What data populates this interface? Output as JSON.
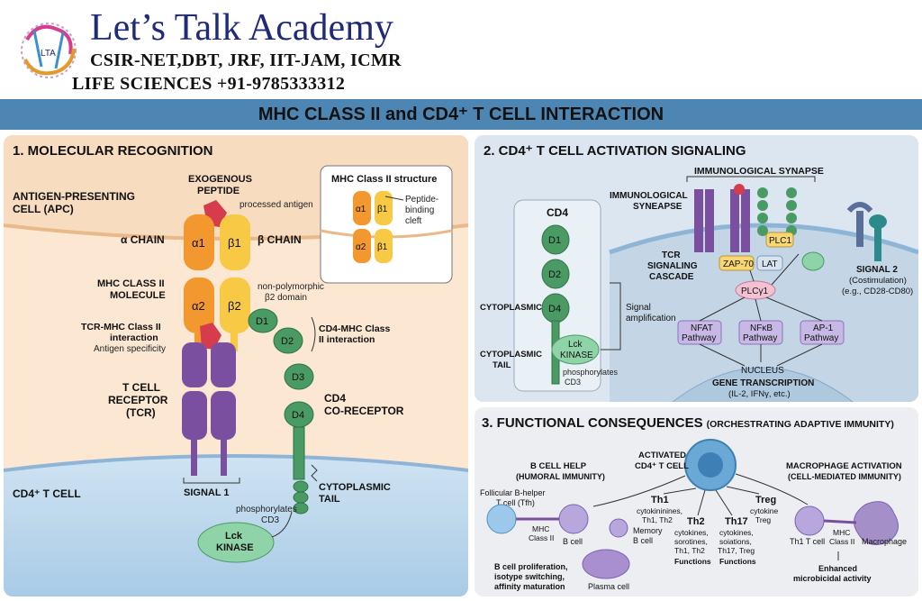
{
  "header": {
    "brand": "Let’s Talk Academy",
    "subtitle1": "CSIR-NET,DBT, JRF, IIT-JAM, ICMR",
    "subtitle2": "LIFE SCIENCES  +91-9785333312",
    "logo_text": "LTA"
  },
  "title": "MHC CLASS II and CD4⁺ T CELL INTERACTION",
  "p1": {
    "title": "1. MOLECULAR RECOGNITION",
    "apc": "ANTIGEN-PRESENTING",
    "apc2": "CELL (APC)",
    "exo": "EXOGENOUS",
    "exo2": "PEPTIDE",
    "processed": "processed antigen",
    "alpha_chain": "α CHAIN",
    "beta_chain": "β CHAIN",
    "a1": "α1",
    "b1": "β1",
    "a2": "α2",
    "b2": "β2",
    "mhc": "MHC CLASS II",
    "mhc2": "MOLECULE",
    "nonpoly": "non-polymorphic",
    "nonpoly2": "β2 domain",
    "tcrmhc": "TCR-MHC Class II",
    "tcrmhc2": "interaction",
    "antigen_spec": "Antigen specificity",
    "tcell": "T CELL",
    "receptor": "RECEPTOR",
    "tcr": "(TCR)",
    "d1": "D1",
    "d2": "D2",
    "d3": "D3",
    "d4": "D4",
    "cd4mhc": "CD4-MHC Class",
    "cd4mhc2": "II interaction",
    "cd4": "CD4",
    "coreceptor": "CO-RECEPTOR",
    "cyto": "CYTOPLASMIC",
    "tail": "TAIL",
    "phos": "phosphorylates",
    "cd3": "CD3",
    "lck": "Lck",
    "kinase": "KINASE",
    "signal1": "SIGNAL 1",
    "cd4tcell": "CD4⁺ T CELL",
    "inset_title": "MHC Class II structure",
    "pep": "Peptide-",
    "pep2": "binding",
    "pep3": "cleft"
  },
  "p2": {
    "title": "2. CD4⁺ T CELL ACTIVATION SIGNALING",
    "synapse": "IMMUNOLOGICAL SYNAPSE",
    "synapse_l1": "IMMUNOLOGICAL",
    "synapse_l2": "SYNEAPSE",
    "cd4": "CD4",
    "cytoplasmic": "CYTOPLASMIC",
    "cyto_tail": "CYTOPLASMIC",
    "cyto_tail2": "TAIL",
    "lck": "Lck",
    "kinase": "KINASE",
    "phos": "phosphorylates",
    "cd3": "CD3",
    "signal_amp": "Signal",
    "signal_amp2": "amplification",
    "tcr_sig": "TCR",
    "tcr_sig2": "SIGNALING",
    "tcr_sig3": "CASCADE",
    "zap70": "ZAP-70",
    "lat": "LAT",
    "plc1": "PLC1",
    "plcg1": "PLCγ1",
    "nfat": "NFAT",
    "nfkb": "NFκB",
    "ap1": "AP-1",
    "pathway": "Pathway",
    "nucleus": "NUCLEUS",
    "gene": "GENE TRANSCRIPTION",
    "gene2": "(IL-2, IFNγ, etc.)",
    "signal2": "SIGNAL 2",
    "costim": "(Costimulation)",
    "costim2": "(e.g., CD28-CD80)"
  },
  "p3": {
    "title": "3. FUNCTIONAL CONSEQUENCES",
    "title_sub": "(ORCHESTRATING ADAPTIVE IMMUNITY)",
    "activated": "ACTIVATED",
    "activated2": "CD4⁺ T CELL",
    "bhelp": "B CELL HELP",
    "bhelp2": "(HUMORAL IMMUNITY)",
    "follicular": "Follicular B-helper",
    "follicular2": "T cell (Tfh)",
    "mhc": "MHC",
    "class2": "Class II",
    "bcell": "B cell",
    "memory": "Memory",
    "memory2": "B cell",
    "plasma": "Plasma cell",
    "bprolif": "B cell proliferation,",
    "bprolif2": "isotype switching,",
    "bprolif3": "affinity maturation",
    "th1": "Th1",
    "th1_l1": "cytokininines,",
    "th1_l2": "Th1, Th2",
    "th2": "Th2",
    "th2_l1": "cytokines,",
    "th2_l2": "sorotines,",
    "th2_l3": "Th1, Th2",
    "th2_l4": "Functions",
    "th17": "Th17",
    "th17_l1": "cytokines,",
    "th17_l2": "soiations,",
    "th17_l3": "Th17, Treg",
    "th17_l4": "Functions",
    "treg": "Treg",
    "treg_l1": "cytokine",
    "treg_l2": "Treg",
    "mact": "MACROPHAGE ACTIVATION",
    "mact2": "(CELL-MEDIATED IMMUNITY)",
    "th1t": "Th1 T cell",
    "macrophage": "Macrophage",
    "enh": "Enhanced",
    "enh2": "microbicidal activity"
  }
}
